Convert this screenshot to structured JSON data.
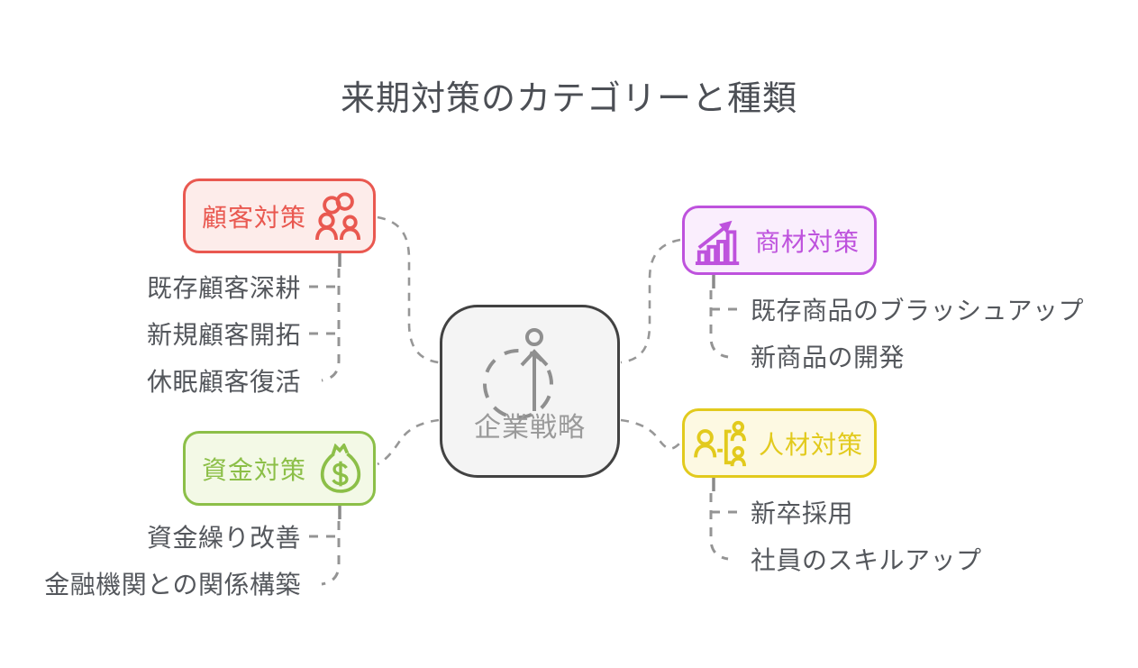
{
  "title": "来期対策のカテゴリーと種類",
  "center": {
    "label": "企業戦略",
    "icon": "growth-arrow-icon",
    "border_color": "#424242",
    "bg_color": "#f4f4f4",
    "text_color": "#9a9a9a"
  },
  "connector_color": "#979797",
  "item_text_color": "#54575c",
  "groups": [
    {
      "label": "顧客対策",
      "icon": "customers-icon",
      "color": "#e9564f",
      "bg": "#fdecea",
      "items": [
        "既存顧客深耕",
        "新規顧客開拓",
        "休眠顧客復活"
      ]
    },
    {
      "label": "商材対策",
      "icon": "sales-growth-chart-icon",
      "color": "#be52dd",
      "bg": "#faeefd",
      "items": [
        "既存商品のブラッシュアップ",
        "新商品の開発"
      ]
    },
    {
      "label": "資金対策",
      "icon": "money-bag-icon",
      "color": "#8cbf48",
      "bg": "#f3f9e6",
      "items": [
        "資金繰り改善",
        "金融機関との関係構築"
      ]
    },
    {
      "label": "人材対策",
      "icon": "team-structure-icon",
      "color": "#e2ca1d",
      "bg": "#fdf9e2",
      "items": [
        "新卒採用",
        "社員のスキルアップ"
      ]
    }
  ]
}
